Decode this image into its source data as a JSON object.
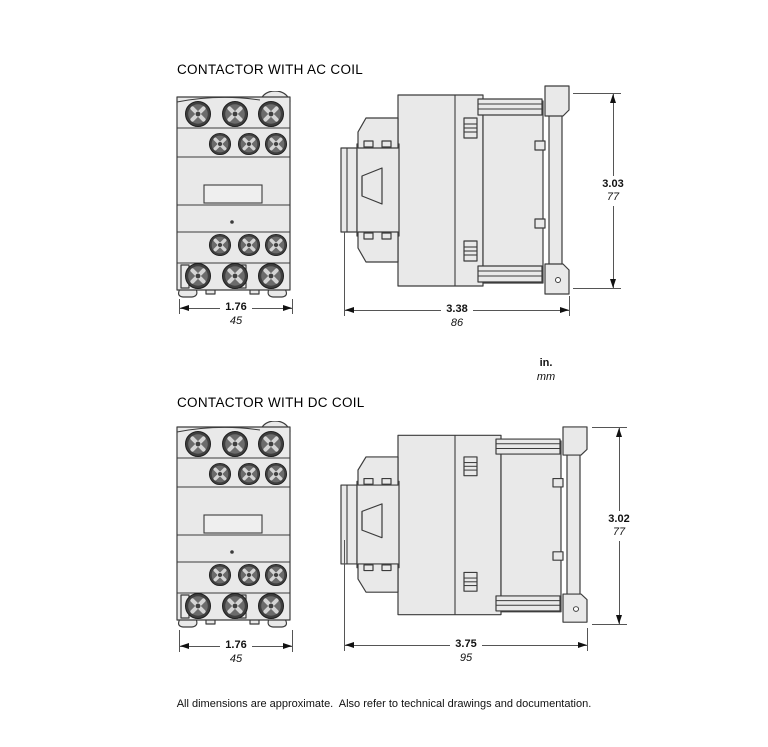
{
  "colors": {
    "background": "#ffffff",
    "drawing_line": "#3c3c3c",
    "body_fill": "#e9e9e9",
    "dimension_line": "#555555",
    "text": "#111111"
  },
  "legend": {
    "inches": "in.",
    "millimeters": "mm"
  },
  "footer": {
    "note": "All dimensions are approximate.  Also refer to technical drawings and documentation."
  },
  "sections": [
    {
      "title": "CONTACTOR WITH AC COIL",
      "dimensions": {
        "front_width": {
          "in": "1.76",
          "mm": "45"
        },
        "depth": {
          "in": "3.38",
          "mm": "86"
        },
        "height": {
          "in": "3.03",
          "mm": "77"
        }
      }
    },
    {
      "title": "CONTACTOR WITH DC COIL",
      "dimensions": {
        "front_width": {
          "in": "1.76",
          "mm": "45"
        },
        "depth": {
          "in": "3.75",
          "mm": "95"
        },
        "height": {
          "in": "3.02",
          "mm": "77"
        }
      }
    }
  ]
}
